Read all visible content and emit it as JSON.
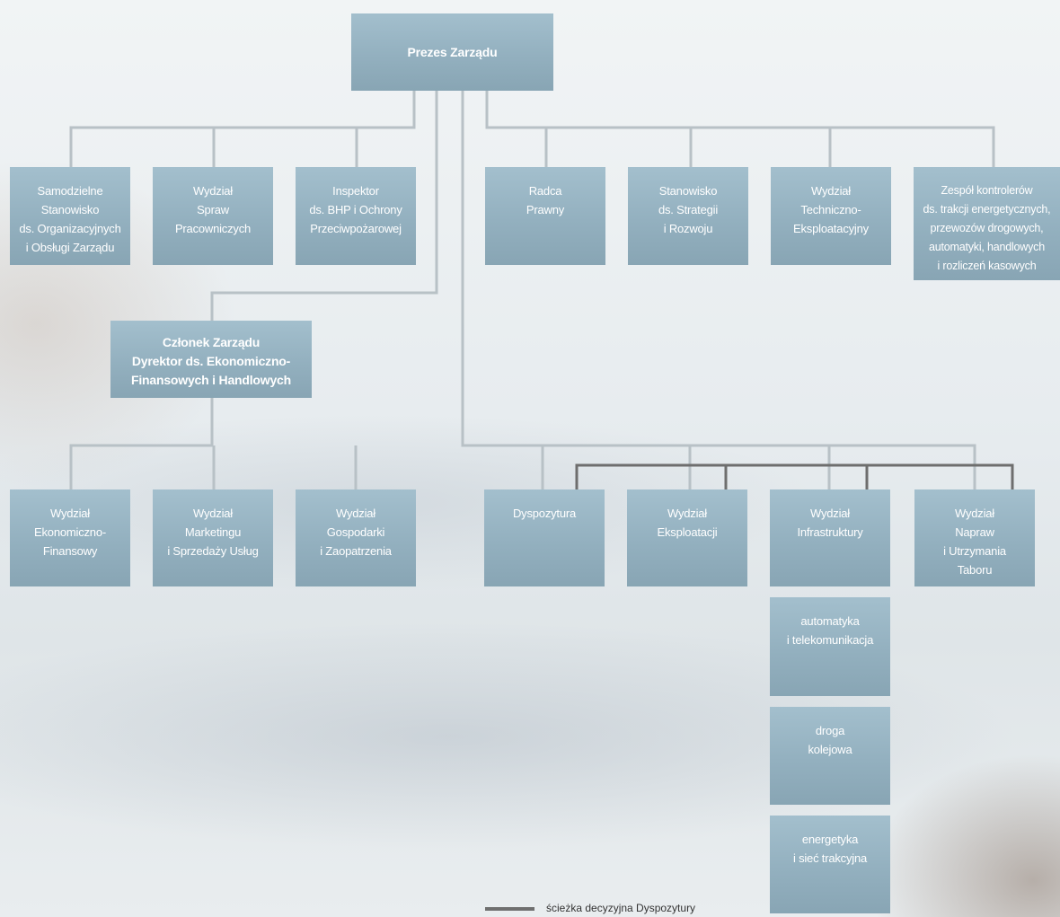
{
  "boxes": {
    "prezes": "Prezes Zarządu",
    "samodzielne": "Samodzielne\nStanowisko\nds. Organizacyjnych\ni Obsługi Zarządu",
    "wydzial_spraw": "Wydział\nSpraw\nPracowniczych",
    "inspektor": "Inspektor\nds. BHP i Ochrony\nPrzeciwpożarowej",
    "radca": "Radca\nPrawny",
    "stanowisko_strategii": "Stanowisko\nds. Strategii\ni Rozwoju",
    "wydzial_techniczno": "Wydział\nTechniczno-\nEksploatacyjny",
    "zespol": "Zespół kontrolerów\nds. trakcji energetycznych,\nprzewozów drogowych,\nautomatyki, handlowych\ni rozliczeń kasowych",
    "czlonek": "Członek Zarządu\nDyrektor ds. Ekonomiczno-\nFinansowych i Handlowych",
    "wydzial_ekonomiczno": "Wydział\nEkonomiczno-\nFinansowy",
    "wydzial_marketingu": "Wydział\nMarketingu\ni Sprzedaży Usług",
    "wydzial_gospodarki": "Wydział\nGospodarki\ni Zaopatrzenia",
    "dyspozytura": "Dyspozytura",
    "wydzial_eksploatacji": "Wydział\nEksploatacji",
    "wydzial_infrastruktury": "Wydział\nInfrastruktury",
    "wydzial_napraw": "Wydział\nNapraw\ni Utrzymania\nTaboru",
    "automatyka": "automatyka\ni telekomunikacja",
    "droga": "droga\nkolejowa",
    "energetyka": "energetyka\ni sieć trakcyjna"
  },
  "legend": {
    "label": "ścieżka decyzyjna Dyspozytury"
  },
  "colors": {
    "box": "#93b0bf",
    "connector": "#b7c0c5",
    "decision_path": "#6f6f6f"
  }
}
